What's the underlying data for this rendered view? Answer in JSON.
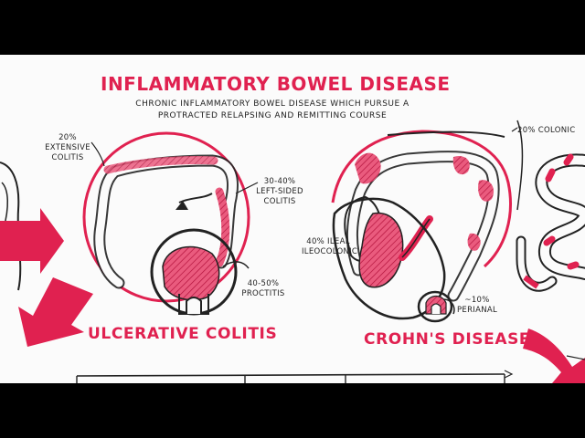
{
  "header": {
    "title": "INFLAMMATORY BOWEL DISEASE",
    "subtitle": "CHRONIC INFLAMMATORY BOWEL DISEASE WHICH PURSUE A PROTRACTED RELAPSING AND REMITTING COURSE"
  },
  "ulcerative_colitis": {
    "label": "ULCERATIVE COLITIS",
    "notes": {
      "extensive": "20% EXTENSIVE COLITIS",
      "left_sided": "30-40% LEFT-SIDED COLITIS",
      "proctitis": "40-50% PROCTITIS"
    }
  },
  "crohns_disease": {
    "label": "CROHN'S DISEASE",
    "notes": {
      "colonic": "20% COLONIC",
      "ileal": "40% ILEAL ILEOCOLONIC",
      "perianal": "~10% PERIANAL"
    }
  },
  "colors": {
    "accent": "#e02150",
    "ink": "#222222",
    "paper": "#fbfbfb"
  }
}
